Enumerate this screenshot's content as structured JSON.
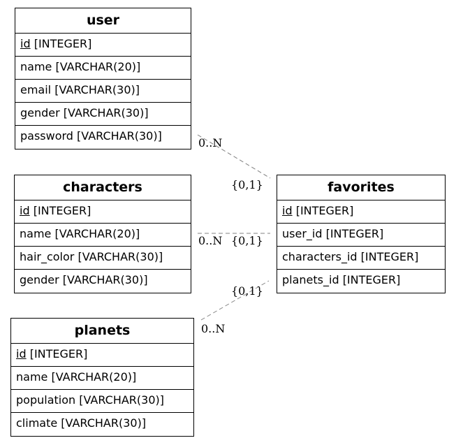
{
  "entities": {
    "user": {
      "title": "user",
      "fields": [
        {
          "key": "id",
          "type": "[INTEGER]"
        },
        {
          "text": "name [VARCHAR(20)]"
        },
        {
          "text": "email [VARCHAR(30)]"
        },
        {
          "text": "gender [VARCHAR(30)]"
        },
        {
          "text": "password [VARCHAR(30)]"
        }
      ]
    },
    "characters": {
      "title": "characters",
      "fields": [
        {
          "key": "id",
          "type": "[INTEGER]"
        },
        {
          "text": "name [VARCHAR(20)]"
        },
        {
          "text": "hair_color [VARCHAR(30)]"
        },
        {
          "text": "gender [VARCHAR(30)]"
        }
      ]
    },
    "planets": {
      "title": "planets",
      "fields": [
        {
          "key": "id",
          "type": "[INTEGER]"
        },
        {
          "text": "name [VARCHAR(20)]"
        },
        {
          "text": "population [VARCHAR(30)]"
        },
        {
          "text": "climate [VARCHAR(30)]"
        }
      ]
    },
    "favorites": {
      "title": "favorites",
      "fields": [
        {
          "key": "id",
          "type": "[INTEGER]"
        },
        {
          "text": "user_id [INTEGER]"
        },
        {
          "text": "characters_id [INTEGER]"
        },
        {
          "text": "planets_id [INTEGER]"
        }
      ]
    }
  },
  "relationships": [
    {
      "from": "user",
      "to": "favorites",
      "from_card": "0..N",
      "to_card": "{0,1}"
    },
    {
      "from": "characters",
      "to": "favorites",
      "from_card": "0..N",
      "to_card": "{0,1}"
    },
    {
      "from": "planets",
      "to": "favorites",
      "from_card": "0..N",
      "to_card": "{0,1}"
    }
  ],
  "colors": {
    "line": "#808080",
    "border": "#000000",
    "background": "#ffffff"
  }
}
